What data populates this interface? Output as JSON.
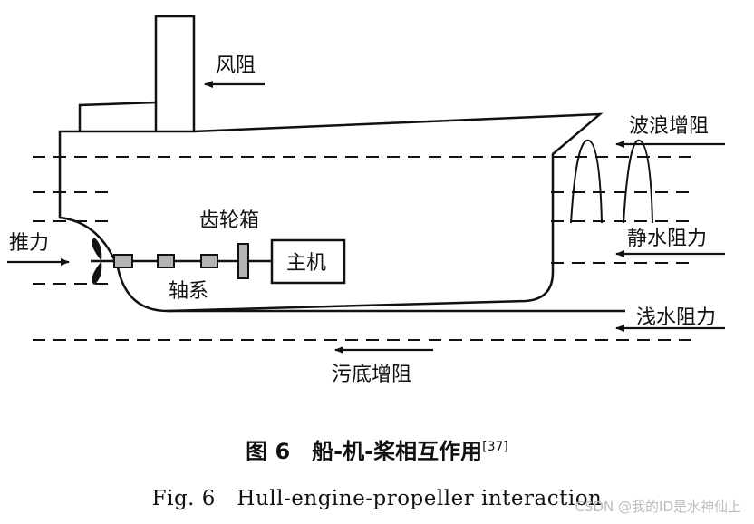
{
  "diagram": {
    "labels": {
      "wind_resistance": "风阻",
      "wave_added_resistance": "波浪增阻",
      "gearbox": "齿轮箱",
      "thrust": "推力",
      "still_water_resistance": "静水阻力",
      "main_engine": "主机",
      "shafting": "轴系",
      "shallow_water_resistance": "浅水阻力",
      "fouling_added_resistance": "污底增阻"
    }
  },
  "caption": {
    "figure_cn": "图 6　船-机-桨相互作用",
    "ref": "[37]",
    "figure_en": "Fig. 6　Hull-engine-propeller interaction"
  },
  "watermark": "CSDN @我的ID是水神仙上"
}
